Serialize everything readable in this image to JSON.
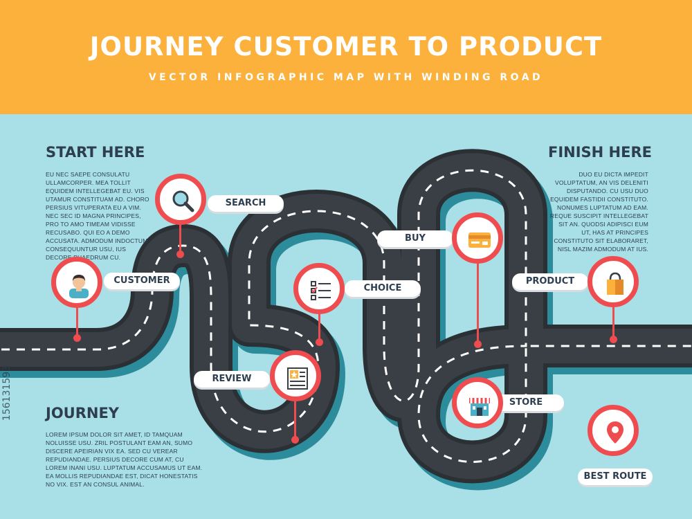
{
  "header": {
    "title": "JOURNEY CUSTOMER TO PRODUCT",
    "subtitle": "VECTOR INFOGRAPHIC MAP WITH WINDING ROAD"
  },
  "start": {
    "title": "START HERE",
    "text": "EU NEC SAEPE CONSULATU ULLAMCORPER. MEA TOLLIT EQUIDEM INTELLEGEBAT EU. VIS UTAMUR CONSTITUAM AD. CHORO PERSIUS VITUPERATA EU A VIM. NEC SEC ID MAGNA PRINCIPES, PRO TO AMO TIMEAM VIDISSE RECUSABO. QUI EO A DEMO ACCUSATA. ADMODUM INDOCTUM CONSEQUUNTUR USU, IUS DECORE PHAEDRUM CU."
  },
  "finish": {
    "title": "FINISH HERE",
    "text": "DUO EU DICTA IMPEDIT VOLUPTATUM, AN VIS DELENITI DISPUTANDO. CU USU DUO EQUIDEM FASTIDII CONSTITUTO. NONUMES LUPTATUM AD EAM. REQUE SUSCIPIT INTELLEGEBAT SIT AN. QUODSI ADIPISCI EUM UT, HAS AT PRINCIPES CONSTITUTO SIT ELABORARET, NISL MAZIM ADMODUM AT IUS."
  },
  "journey": {
    "title": "JOURNEY",
    "text": "LOREM IPSUM DOLOR SIT AMET, ID TAMQUAM NOLUISSE USU. ZRIL POSTULANT EAM AN, SUMO DISCERE APEIRIAN VIX EA. SED CU VEREAR REPUDIANDAE. PERSIUS DECORE CUM AT, CU LOREM INANI USU. LUPTATUM ACCUSAMUS UT EAM. EA MOLLIS REPUDIANDAE EST, DICAT HONESTATIS NO VIX. EST AN CONSUL ANIMAL."
  },
  "steps": {
    "customer": "CUSTOMER",
    "search": "SEARCH",
    "review": "REVIEW",
    "choice": "CHOICE",
    "buy": "BUY",
    "store": "STORE",
    "product": "PRODUCT",
    "best_route": "BEST ROUTE"
  },
  "watermark": "156131593",
  "colors": {
    "header": "#fbb13c",
    "background": "#a9dfe6",
    "road": "#3a3f45",
    "road_shadow": "#2d8c9b",
    "pin": "#ef4c4f",
    "text": "#2c3e50"
  },
  "icons": {
    "customer": "person-icon",
    "search": "magnifier-icon",
    "review": "star-document-icon",
    "choice": "checklist-icon",
    "buy": "credit-card-icon",
    "store": "store-icon",
    "product": "shopping-bag-icon",
    "best_route": "location-pin-icon"
  }
}
